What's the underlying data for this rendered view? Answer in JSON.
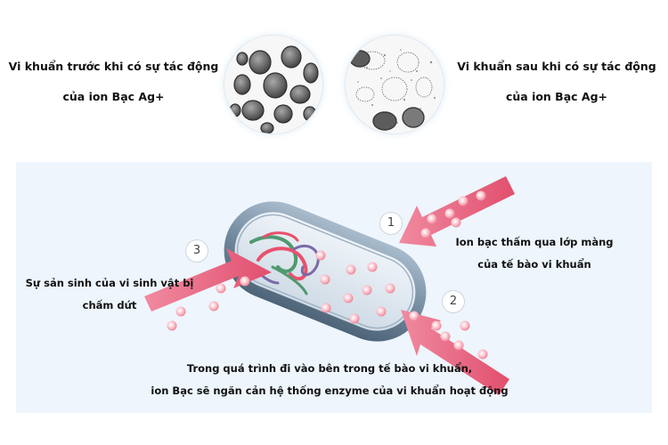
{
  "captions": {
    "before": [
      "Vi khuẩn trước khi có sự tác động",
      "của ion Bạc Ag+"
    ],
    "after": [
      "Vi khuẩn sau khi có sự tác động",
      "của ion Bạc Ag+"
    ]
  },
  "steps": [
    {
      "number": "1",
      "lines": [
        "Ion bạc thấm qua lớp màng",
        "của tế bào vi khuẩn"
      ]
    },
    {
      "number": "2",
      "lines": [
        "Trong quá trình đi vào bên trong tế bào vi khuẩn,",
        "ion Bạc sẽ ngăn cản hệ thống enzyme của vi khuẩn hoạt động"
      ]
    },
    {
      "number": "3",
      "lines": [
        "Sự sản sinh của vi sinh vật bị",
        "chấm dứt"
      ]
    }
  ],
  "colors": {
    "arrow": "#e65b78",
    "ion": "#f7a7b4",
    "membrane": "#7e93a6",
    "dna_red": "#e8516c",
    "dna_green": "#4f9a6f",
    "dna_purple": "#7a6aa8",
    "panel": "#eef5fc"
  }
}
